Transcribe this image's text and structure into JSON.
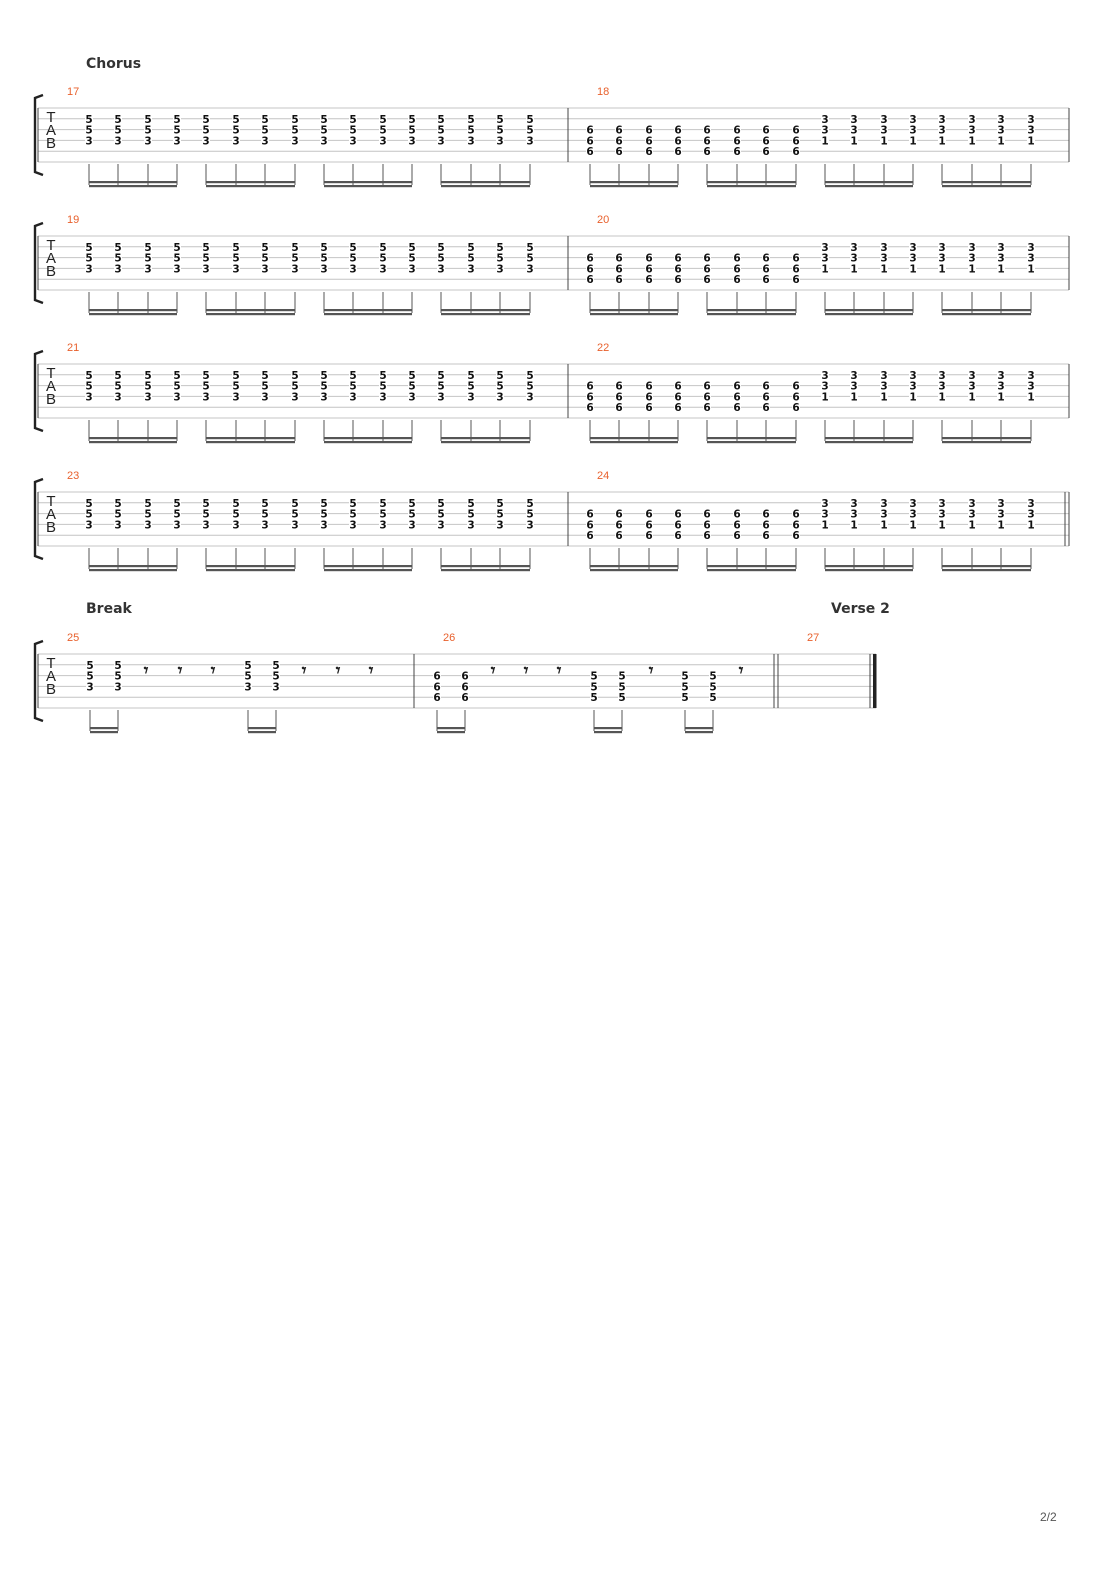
{
  "document": {
    "page_number": "2/2",
    "tab_label": [
      "T",
      "A",
      "B"
    ],
    "rest_glyph": "𝄾",
    "colors": {
      "bar_number": "#e8602c",
      "staff_line": "#c4c4c4",
      "text": "#111111"
    }
  },
  "sections": [
    {
      "label": "Chorus",
      "row": 0,
      "measure": 0
    },
    {
      "label": "Break",
      "row": 4,
      "measure": 0
    },
    {
      "label": "Verse 2",
      "row": 4,
      "measure": 2
    }
  ],
  "chords": {
    "A": [
      "5",
      "5",
      "3"
    ],
    "B": [
      "6",
      "6",
      "6"
    ],
    "C": [
      "3",
      "3",
      "1"
    ],
    "D": [
      "5",
      "5",
      "5"
    ]
  },
  "rows": [
    {
      "measures": [
        {
          "number": "17",
          "events": [
            "A",
            "A",
            "A",
            "A",
            "A",
            "A",
            "A",
            "A",
            "A",
            "A",
            "A",
            "A",
            "A",
            "A",
            "A",
            "A"
          ]
        },
        {
          "number": "18",
          "events": [
            "B",
            "B",
            "B",
            "B",
            "B",
            "B",
            "B",
            "B",
            "C",
            "C",
            "C",
            "C",
            "C",
            "C",
            "C",
            "C"
          ],
          "end": "single"
        }
      ]
    },
    {
      "measures": [
        {
          "number": "19",
          "events": [
            "A",
            "A",
            "A",
            "A",
            "A",
            "A",
            "A",
            "A",
            "A",
            "A",
            "A",
            "A",
            "A",
            "A",
            "A",
            "A"
          ]
        },
        {
          "number": "20",
          "events": [
            "B",
            "B",
            "B",
            "B",
            "B",
            "B",
            "B",
            "B",
            "C",
            "C",
            "C",
            "C",
            "C",
            "C",
            "C",
            "C"
          ],
          "end": "single"
        }
      ]
    },
    {
      "measures": [
        {
          "number": "21",
          "events": [
            "A",
            "A",
            "A",
            "A",
            "A",
            "A",
            "A",
            "A",
            "A",
            "A",
            "A",
            "A",
            "A",
            "A",
            "A",
            "A"
          ]
        },
        {
          "number": "22",
          "events": [
            "B",
            "B",
            "B",
            "B",
            "B",
            "B",
            "B",
            "B",
            "C",
            "C",
            "C",
            "C",
            "C",
            "C",
            "C",
            "C"
          ],
          "end": "single"
        }
      ]
    },
    {
      "measures": [
        {
          "number": "23",
          "events": [
            "A",
            "A",
            "A",
            "A",
            "A",
            "A",
            "A",
            "A",
            "A",
            "A",
            "A",
            "A",
            "A",
            "A",
            "A",
            "A"
          ]
        },
        {
          "number": "24",
          "events": [
            "B",
            "B",
            "B",
            "B",
            "B",
            "B",
            "B",
            "B",
            "C",
            "C",
            "C",
            "C",
            "C",
            "C",
            "C",
            "C"
          ],
          "end": "double"
        }
      ]
    },
    {
      "measures": [
        {
          "number": "25",
          "events": [
            "A",
            "A",
            "r",
            "r",
            "r",
            "A",
            "A",
            "r",
            "r",
            "r"
          ]
        },
        {
          "number": "26",
          "events": [
            "B",
            "B",
            "r",
            "r",
            "r",
            "D",
            "D",
            "r",
            "D",
            "D",
            "r"
          ],
          "end": "double"
        },
        {
          "number": "27",
          "events": [],
          "end": "final"
        }
      ]
    }
  ]
}
